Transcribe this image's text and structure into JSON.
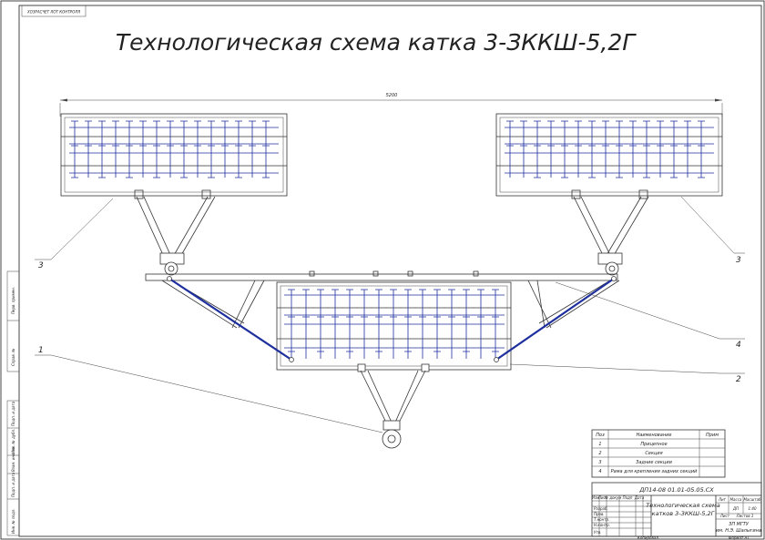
{
  "drawing": {
    "title": "Технологическая схема катка 3-ЗККШ-5,2Г",
    "top_stamp": "ХОЗРАСЧЕТ ЛОТ КОНТРОЛЯ",
    "dimension": "5200",
    "callouts": [
      "3",
      "3",
      "4",
      "2",
      "1"
    ]
  },
  "parts_list": {
    "headers": {
      "pos": "Поз",
      "name": "Наименование",
      "note": "Прим"
    },
    "rows": [
      {
        "pos": "1",
        "name": "Прицепное"
      },
      {
        "pos": "2",
        "name": "Секция"
      },
      {
        "pos": "3",
        "name": "Задние секции"
      },
      {
        "pos": "4",
        "name": "Рама для крепления задних секций"
      }
    ]
  },
  "title_block": {
    "doc_code": "ДП14-08 01.01-05.05.СХ",
    "name_line1": "Технологическая схема",
    "name_line2": "катков 3-ЗККШ-5,2Г",
    "col_lit": "Лит",
    "col_mass": "Масса",
    "col_scale": "Масштаб",
    "lit_value": "ДП",
    "scale_value": "1:40",
    "sheet_label": "Лист",
    "sheets_label": "Листов 1",
    "org_line1": "ЗП МГТУ",
    "org_line2": "им. Н.Э. Шалыгина",
    "left_cols": [
      "Изм",
      "Лист",
      "№ докум",
      "Подп",
      "Дата"
    ],
    "left_roles": [
      "Разраб.",
      "Пров.",
      "Т.контр.",
      "Н.контр.",
      "Утв."
    ],
    "copy_label": "Копировал",
    "format_label": "Формат А1"
  },
  "side_stamp": [
    "Перв. примен.",
    "Справ. №",
    "Подп. и дата",
    "Инв. № дубл.",
    "Взам. инв. №",
    "Подп. и дата",
    "Инв. № подл."
  ]
}
